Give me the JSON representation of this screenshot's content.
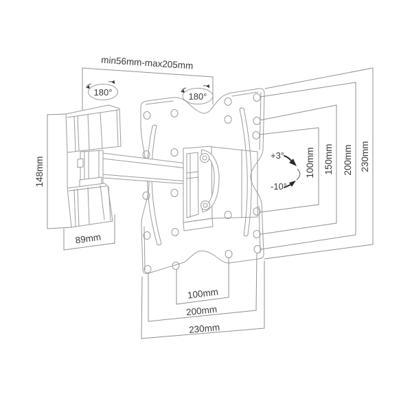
{
  "diagram": {
    "type": "technical-drawing",
    "subject": "tilt-swivel TV wall mount with VESA plate, articulated arm and wall bracket",
    "background_color": "#ffffff",
    "line_color": "#9b9b9b",
    "dimension_line_color": "#8f8f8f",
    "text_color": "#3a3a3a",
    "arrow_color": "#2b2b2b",
    "labels": {
      "extension_range": "min56mm-max205mm",
      "swivel_arm": "180°",
      "swivel_plate": "180°",
      "bracket_height": "148mm",
      "bracket_depth": "89mm",
      "tilt_up": "+3°",
      "tilt_down": "-10°",
      "vertical_dims": [
        "100mm",
        "150mm",
        "200mm",
        "230mm"
      ],
      "horizontal_dims": [
        "100mm",
        "200mm",
        "230mm"
      ]
    }
  }
}
